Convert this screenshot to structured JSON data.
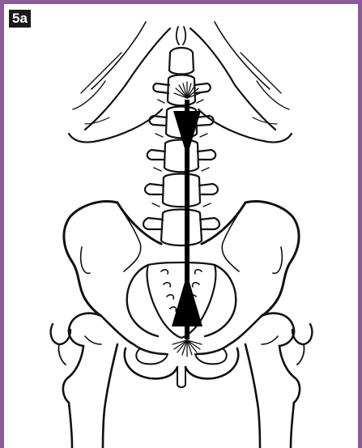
{
  "figure": {
    "label": "5a"
  },
  "colors": {
    "frame": "#8a5a9b",
    "ink": "#111111",
    "label_bg": "#1a1a1a",
    "label_text": "#ffffff"
  },
  "arrows": [
    {
      "name": "downward-arrow",
      "direction": "down"
    },
    {
      "name": "upward-arrow",
      "direction": "up"
    }
  ]
}
